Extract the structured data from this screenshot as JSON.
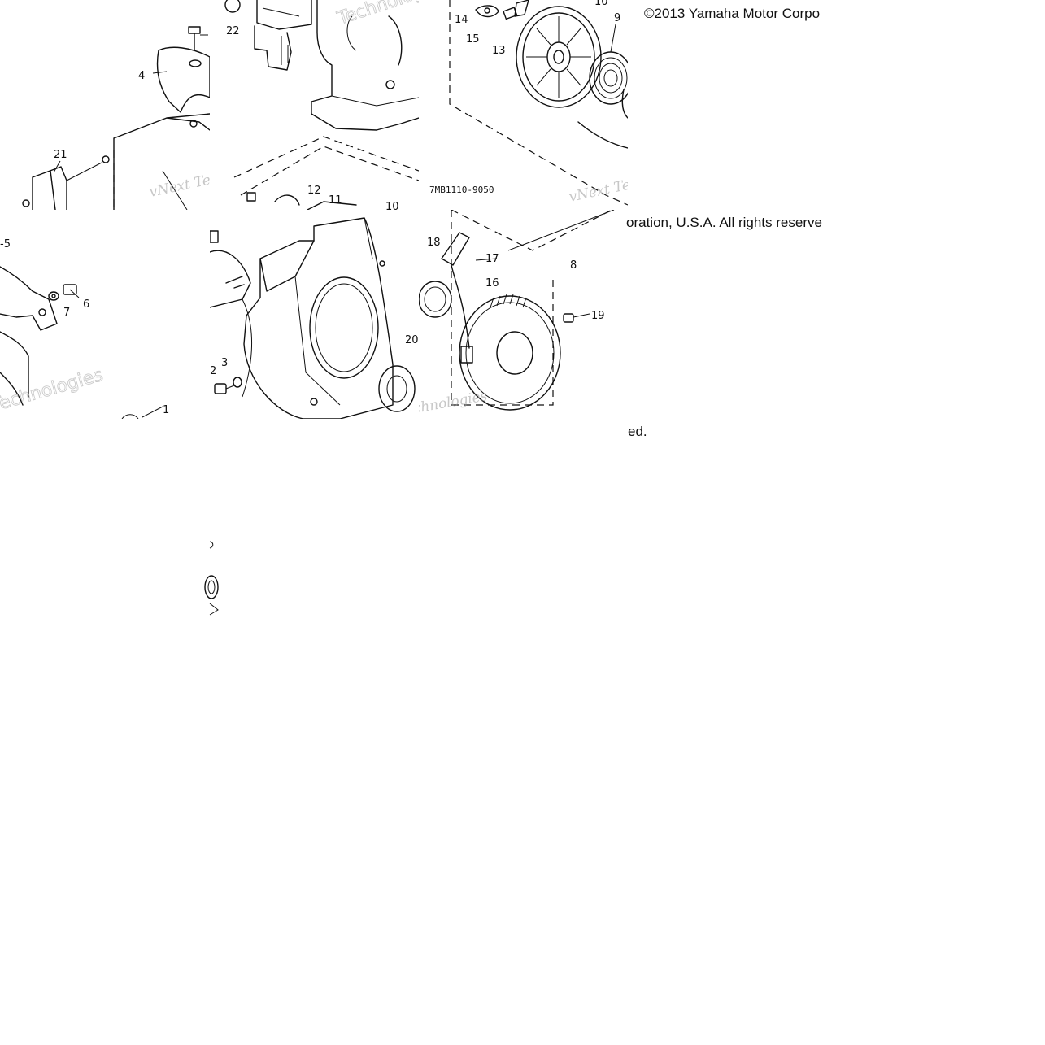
{
  "diagram": {
    "copyright_top": "©2013 Yamaha Motor Corpo",
    "copyright_mid": "oration, U.S.A. All rights reserve",
    "copyright_end": "ed.",
    "part_code": "7MB1110-9050",
    "watermark_italic": "vNext Tec",
    "watermark_outline": "Technologies",
    "watermark_small": "chnologies",
    "callouts": {
      "c1": "1",
      "c2": "2",
      "c3": "3",
      "c4": "4",
      "c5": "-5",
      "c6": "6",
      "c7": "7",
      "c8": "8",
      "c9": "9",
      "c10": "10",
      "c10b": "10",
      "c11": "11",
      "c12": "12",
      "c13": "13",
      "c14": "14",
      "c15": "15",
      "c16": "16",
      "c17": "17",
      "c18": "18",
      "c19": "19",
      "c20": "20",
      "c21": "21",
      "c22": "22"
    }
  }
}
